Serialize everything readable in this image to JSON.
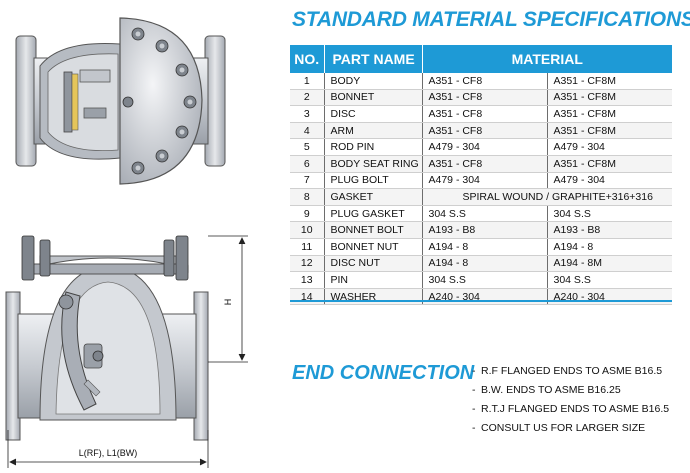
{
  "spec_title": "STANDARD MATERIAL SPECIFICATIONS",
  "table": {
    "headers": [
      "NO.",
      "PART NAME",
      "MATERIAL"
    ],
    "rows": [
      {
        "no": "1",
        "part": "BODY",
        "mat1": "A351 - CF8",
        "mat2": "A351 - CF8M"
      },
      {
        "no": "2",
        "part": "BONNET",
        "mat1": "A351 - CF8",
        "mat2": "A351 - CF8M"
      },
      {
        "no": "3",
        "part": "DISC",
        "mat1": "A351 - CF8",
        "mat2": "A351 - CF8M"
      },
      {
        "no": "4",
        "part": "ARM",
        "mat1": "A351 - CF8",
        "mat2": "A351 - CF8M"
      },
      {
        "no": "5",
        "part": "ROD PIN",
        "mat1": "A479 - 304",
        "mat2": "A479 - 304"
      },
      {
        "no": "6",
        "part": "BODY SEAT RING",
        "mat1": "A351 - CF8",
        "mat2": "A351 - CF8M"
      },
      {
        "no": "7",
        "part": "PLUG BOLT",
        "mat1": "A479 - 304",
        "mat2": "A479 - 304"
      },
      {
        "no": "8",
        "part": "GASKET",
        "merged": "SPIRAL WOUND / GRAPHITE+316+316"
      },
      {
        "no": "9",
        "part": "PLUG GASKET",
        "mat1": "304 S.S",
        "mat2": "304 S.S"
      },
      {
        "no": "10",
        "part": "BONNET BOLT",
        "mat1": "A193 - B8",
        "mat2": "A193 - B8"
      },
      {
        "no": "11",
        "part": "BONNET NUT",
        "mat1": "A194 - 8",
        "mat2": "A194 - 8"
      },
      {
        "no": "12",
        "part": "DISC NUT",
        "mat1": "A194 - 8",
        "mat2": "A194 - 8M"
      },
      {
        "no": "13",
        "part": "PIN",
        "mat1": "304 S.S",
        "mat2": "304 S.S"
      },
      {
        "no": "14",
        "part": "WASHER",
        "mat1": "A240 - 304",
        "mat2": "A240 - 304"
      }
    ]
  },
  "end_title": "END CONNECTION",
  "end_items": [
    "R.F FLANGED ENDS TO ASME B16.5",
    "B.W. ENDS TO ASME B16.25",
    "R.T.J FLANGED ENDS TO ASME B16.5",
    "CONSULT US FOR LARGER SIZE"
  ],
  "end_dash": "-",
  "dimensions": {
    "height_label": "H",
    "length_label": "L(RF), L1(BW)"
  },
  "colors": {
    "accent": "#1e9ad6",
    "metal": "#c9ccd1"
  }
}
